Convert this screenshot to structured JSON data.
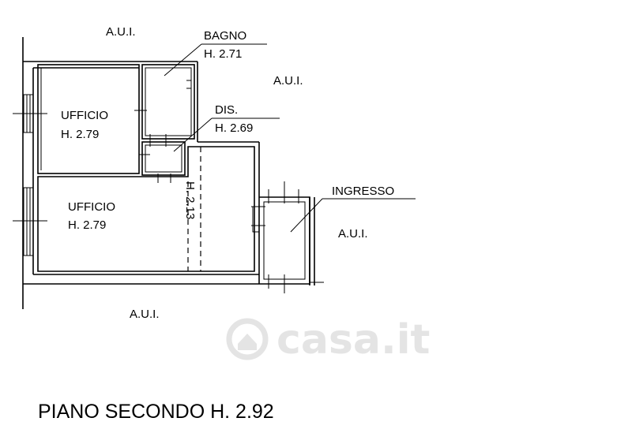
{
  "plan": {
    "title": "PIANO SECONDO H. 2.92",
    "watermark": "casa.it",
    "labels": {
      "aui_top": "A.U.I.",
      "aui_right": "A.U.I.",
      "aui_ingresso": "A.U.I.",
      "aui_bottom": "A.U.I."
    },
    "rooms": {
      "bagno": {
        "name": "BAGNO",
        "height": "H. 2.71"
      },
      "dis": {
        "name": "DIS.",
        "height": "H. 2.69"
      },
      "ufficio_1": {
        "name": "UFFICIO",
        "height": "H. 2.79"
      },
      "ufficio_2": {
        "name": "UFFICIO",
        "height": "H. 2.79"
      },
      "ingresso": {
        "name": "INGRESSO"
      },
      "vertical_height": "H. 2.13"
    },
    "colors": {
      "line": "#000000",
      "watermark": "#e4e4e4"
    }
  }
}
